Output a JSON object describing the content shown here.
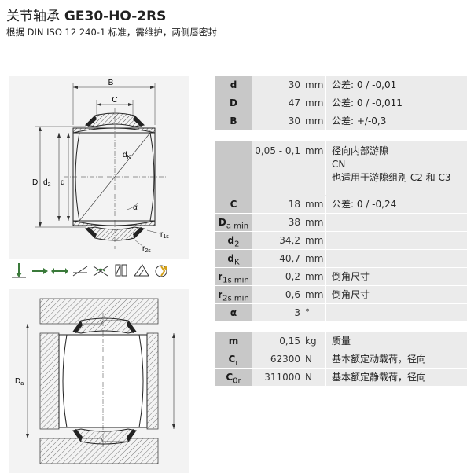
{
  "header": {
    "title_cn": "关节轴承",
    "title_model": "GE30-HO-2RS",
    "subtitle": "根据 DIN ISO 12 240-1 标准，需维护，两侧唇密封"
  },
  "drawing_labels": {
    "B": "B",
    "C": "C",
    "D": "D",
    "d2": "d",
    "d2_sub": "2",
    "d": "d",
    "dK": "d",
    "dK_sub": "K",
    "alpha": "α",
    "r1s": "r",
    "r1s_sub": "1s",
    "r2s": "r",
    "r2s_sub": "2s",
    "Da": "D",
    "Da_sub": "a"
  },
  "icons": [
    "radial-load-icon",
    "axial-load-icon",
    "axial-load-both-icon",
    "tilt-icon",
    "tilt-oscillate-icon",
    "sliding-surface-icon",
    "sealed-icon",
    "lubrication-icon"
  ],
  "specs": {
    "group1": [
      {
        "sym": "d",
        "sub": "",
        "val": "30",
        "unit": "mm",
        "desc": "公差: 0 / -0,01"
      },
      {
        "sym": "D",
        "sub": "",
        "val": "47",
        "unit": "mm",
        "desc": "公差: 0 / -0,011"
      },
      {
        "sym": "B",
        "sub": "",
        "val": "30",
        "unit": "mm",
        "desc": "公差: +/-0,3"
      }
    ],
    "clearance": {
      "val": "0,05 - 0,1",
      "unit": "mm",
      "lines": [
        "径向内部游隙",
        "CN",
        "也适用于游隙组别 C2 和 C3"
      ]
    },
    "group2": [
      {
        "sym": "C",
        "sub": "",
        "val": "18",
        "unit": "mm",
        "desc": "公差: 0 / -0,24"
      },
      {
        "sym": "D",
        "sub": "a min",
        "val": "38",
        "unit": "mm",
        "desc": ""
      },
      {
        "sym": "d",
        "sub": "2",
        "val": "34,2",
        "unit": "mm",
        "desc": ""
      },
      {
        "sym": "d",
        "sub": "K",
        "val": "40,7",
        "unit": "mm",
        "desc": ""
      },
      {
        "sym": "r",
        "sub": "1s min",
        "val": "0,2",
        "unit": "mm",
        "desc": "倒角尺寸"
      },
      {
        "sym": "r",
        "sub": "2s min",
        "val": "0,6",
        "unit": "mm",
        "desc": "倒角尺寸"
      },
      {
        "sym": "α",
        "sub": "",
        "val": "3",
        "unit": "°",
        "desc": ""
      }
    ],
    "group3": [
      {
        "sym": "m",
        "sub": "",
        "val": "0,15",
        "unit": "kg",
        "desc": "质量"
      },
      {
        "sym": "C",
        "sub": "r",
        "val": "62300",
        "unit": "N",
        "desc": "基本额定动载荷，径向"
      },
      {
        "sym": "C",
        "sub": "0r",
        "val": "311000",
        "unit": "N",
        "desc": "基本额定静载荷，径向"
      }
    ]
  }
}
